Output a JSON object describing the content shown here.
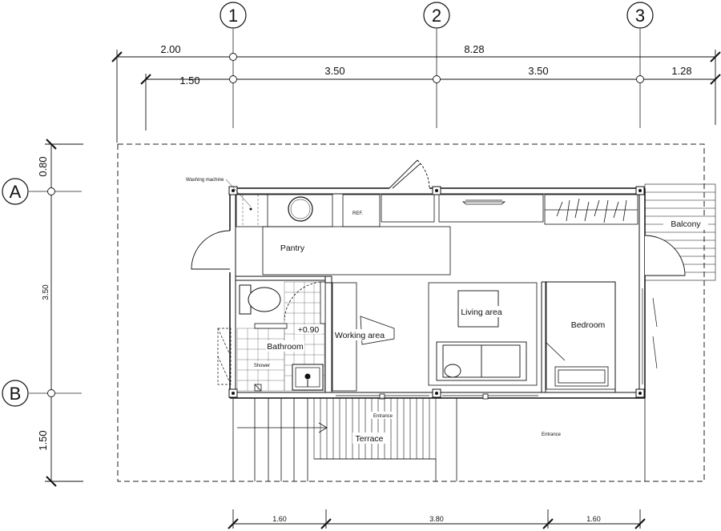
{
  "grid": {
    "columns": [
      "1",
      "2",
      "3"
    ],
    "rows": [
      "A",
      "B"
    ]
  },
  "dimensions": {
    "top_left": "2.00",
    "top_total": "8.28",
    "second_left": "1.50",
    "second_a": "3.50",
    "second_b": "3.50",
    "second_right": "1.28",
    "left_top": "0.80",
    "left_mid": "3.50",
    "left_bottom": "1.50",
    "bottom_a": "1.60",
    "bottom_b": "3.80",
    "bottom_c": "1.60"
  },
  "rooms": {
    "washing_machine": "Washing machine",
    "refrigerator": "REF.",
    "pantry": "Pantry",
    "living": "Living area",
    "bedroom": "Bedroom",
    "balcony": "Balcony",
    "level": "+0.90",
    "working": "Working area",
    "bathroom": "Bathroom",
    "shower": "Shower",
    "entrance_small": "Entrance",
    "terrace": "Terrace",
    "entrance_right": "Entrance"
  }
}
